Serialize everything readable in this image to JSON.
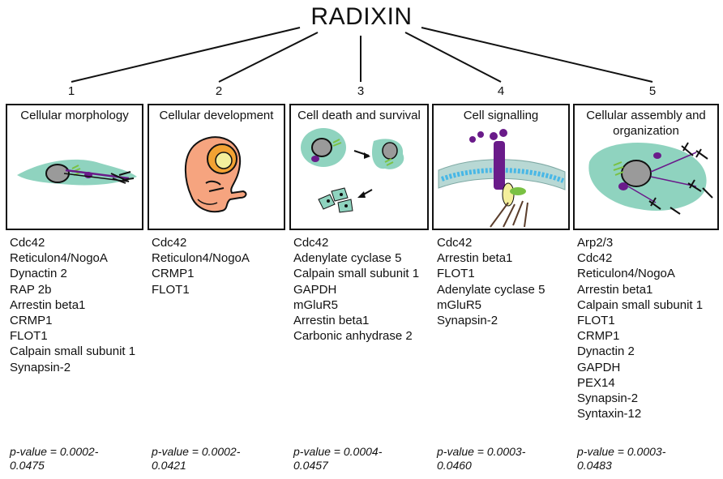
{
  "title": "RADIXIN",
  "categories": [
    {
      "number": "1",
      "title": "Cellular morphology",
      "illustration": "cell-morphology-icon",
      "genes": [
        "Cdc42",
        "Reticulon4/NogoA",
        "Dynactin 2",
        "RAP 2b",
        "Arrestin beta1",
        "CRMP1",
        "FLOT1",
        "Calpain small subunit 1",
        "Synapsin-2"
      ],
      "p_value": [
        "p-value = 0.0002-",
        "0.0475"
      ]
    },
    {
      "number": "2",
      "title": "Cellular development",
      "illustration": "embryo-icon",
      "genes": [
        "Cdc42",
        "Reticulon4/NogoA",
        "CRMP1",
        "FLOT1"
      ],
      "p_value": [
        "p-value = 0.0002-",
        "0.0421"
      ]
    },
    {
      "number": "3",
      "title": "Cell death and survival",
      "illustration": "apoptosis-icon",
      "genes": [
        "Cdc42",
        "Adenylate cyclase 5",
        "Calpain small subunit 1",
        "GAPDH",
        "mGluR5",
        "Arrestin beta1",
        "Carbonic anhydrase 2"
      ],
      "p_value": [
        "p-value = 0.0004-",
        "0.0457"
      ]
    },
    {
      "number": "4",
      "title": "Cell signalling",
      "illustration": "membrane-receptor-icon",
      "genes": [
        "Cdc42",
        "Arrestin beta1",
        "FLOT1",
        "Adenylate cyclase 5",
        "mGluR5",
        "Synapsin-2"
      ],
      "p_value": [
        "p-value = 0.0003-",
        "0.0460"
      ]
    },
    {
      "number": "5",
      "title_lines": [
        "Cellular assembly and",
        "organization"
      ],
      "illustration": "cytoskeleton-icon",
      "genes": [
        "Arp2/3",
        "Cdc42",
        "Reticulon4/NogoA",
        "Arrestin beta1",
        "Calpain small subunit 1",
        "FLOT1",
        "CRMP1",
        "Dynactin 2",
        "GAPDH",
        "PEX14",
        "Synapsin-2",
        "Syntaxin-12"
      ],
      "p_value": [
        "p-value = 0.0003-",
        "0.0483"
      ]
    }
  ],
  "colors": {
    "cell": "#8fd3bf",
    "nucleus": "#9a9a9a",
    "purple": "#6a1b8a",
    "green": "#7ac143",
    "embryo": "#f6a47f",
    "orange": "#f2a233",
    "yellow": "#f4ef9c",
    "membrane_blue": "#48b7e6",
    "membrane_bead": "#b8d8d4"
  }
}
